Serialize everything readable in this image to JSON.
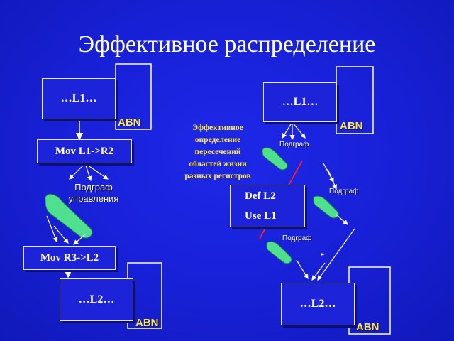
{
  "title": "Эффективное распределение",
  "left": {
    "loop_top": "…L1…",
    "abn_top": "ABN",
    "mov1": "Mov L1->R2",
    "subgraph_label_line1": "Подграф",
    "subgraph_label_line2": "управления",
    "mov2": "Mov R3->L2",
    "loop_bottom": "…L2…",
    "abn_bottom": "ABN"
  },
  "right": {
    "loop_top": "…L1…",
    "abn_top": "ABN",
    "note_lines": [
      "Эффективное",
      "определение",
      "пересечений",
      "областей жизни",
      "разных регистров"
    ],
    "def": "Def L2",
    "use": "Use L1",
    "subgraph_1": "Подграф",
    "subgraph_2": "Подграф",
    "subgraph_3": "Подграф",
    "loop_bottom": "…L2…",
    "abn_bottom": "ABN"
  },
  "colors": {
    "background": "#1820d6",
    "box_border": "#e8e8ff",
    "label_yellow": "#ffe94d",
    "subgraph_green": "#4fe08f",
    "cross_line": "#ff2020"
  }
}
